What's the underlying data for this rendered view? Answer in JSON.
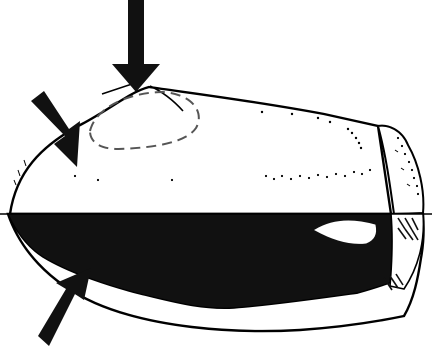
{
  "figure": {
    "background_color": "#ffffff",
    "ink_color": "#111111",
    "outline_color": "#000000",
    "dashed_outline_color": "#555555",
    "arrow_count": 3,
    "arrow_targets": [
      "upper-margin",
      "left-upper-surface",
      "lower-left-surface"
    ],
    "regions": [
      "upper-body-outline",
      "lower-dark-region",
      "right-end-cap",
      "dashed-oval-marking",
      "horizontal-reference-line"
    ],
    "labels": []
  }
}
